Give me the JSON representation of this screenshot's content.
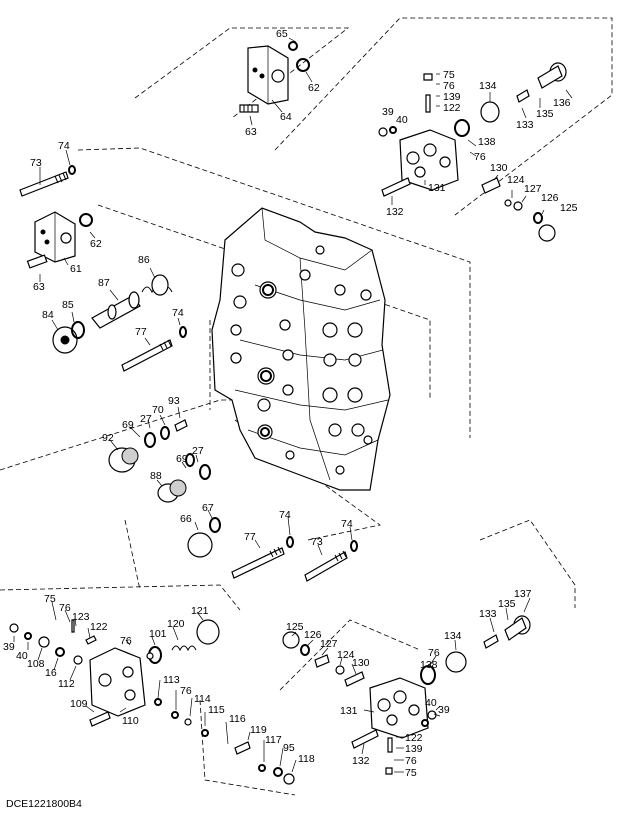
{
  "document_id": "DCE1221800B4",
  "part_labels": [
    {
      "key": "p65a",
      "text": "65"
    },
    {
      "key": "p62a",
      "text": "62"
    },
    {
      "key": "p64",
      "text": "64"
    },
    {
      "key": "p63a",
      "text": "63"
    },
    {
      "key": "p75a",
      "text": "75"
    },
    {
      "key": "p76a",
      "text": "76"
    },
    {
      "key": "p139a",
      "text": "139"
    },
    {
      "key": "p122a",
      "text": "122"
    },
    {
      "key": "p134a",
      "text": "134"
    },
    {
      "key": "p136a",
      "text": "136"
    },
    {
      "key": "p133a",
      "text": "133"
    },
    {
      "key": "p135a",
      "text": "135"
    },
    {
      "key": "p39a",
      "text": "39"
    },
    {
      "key": "p40a",
      "text": "40"
    },
    {
      "key": "p138a",
      "text": "138"
    },
    {
      "key": "p76b",
      "text": "76"
    },
    {
      "key": "p130a",
      "text": "130"
    },
    {
      "key": "p124a",
      "text": "124"
    },
    {
      "key": "p127a",
      "text": "127"
    },
    {
      "key": "p126a",
      "text": "126"
    },
    {
      "key": "p125a",
      "text": "125"
    },
    {
      "key": "p131a",
      "text": "131"
    },
    {
      "key": "p132a",
      "text": "132"
    },
    {
      "key": "p74a",
      "text": "74"
    },
    {
      "key": "p73a",
      "text": "73"
    },
    {
      "key": "p62b",
      "text": "62"
    },
    {
      "key": "p61",
      "text": "61"
    },
    {
      "key": "p63b",
      "text": "63"
    },
    {
      "key": "p86",
      "text": "86"
    },
    {
      "key": "p87",
      "text": "87"
    },
    {
      "key": "p85",
      "text": "85"
    },
    {
      "key": "p84",
      "text": "84"
    },
    {
      "key": "p74b",
      "text": "74"
    },
    {
      "key": "p77a",
      "text": "77"
    },
    {
      "key": "p93",
      "text": "93"
    },
    {
      "key": "p70",
      "text": "70"
    },
    {
      "key": "p27a",
      "text": "27"
    },
    {
      "key": "p69a",
      "text": "69"
    },
    {
      "key": "p92",
      "text": "92"
    },
    {
      "key": "p27b",
      "text": "27"
    },
    {
      "key": "p69b",
      "text": "69"
    },
    {
      "key": "p88",
      "text": "88"
    },
    {
      "key": "p67",
      "text": "67"
    },
    {
      "key": "p66",
      "text": "66"
    },
    {
      "key": "p74c",
      "text": "74"
    },
    {
      "key": "p77b",
      "text": "77"
    },
    {
      "key": "p74d",
      "text": "74"
    },
    {
      "key": "p73b",
      "text": "73"
    },
    {
      "key": "p137",
      "text": "137"
    },
    {
      "key": "p133b",
      "text": "133"
    },
    {
      "key": "p135b",
      "text": "135"
    },
    {
      "key": "p134b",
      "text": "134"
    },
    {
      "key": "p76c",
      "text": "76"
    },
    {
      "key": "p138b",
      "text": "138"
    },
    {
      "key": "p125b",
      "text": "125"
    },
    {
      "key": "p126b",
      "text": "126"
    },
    {
      "key": "p127b",
      "text": "127"
    },
    {
      "key": "p124b",
      "text": "124"
    },
    {
      "key": "p130b",
      "text": "130"
    },
    {
      "key": "p131b",
      "text": "131"
    },
    {
      "key": "p40b",
      "text": "40"
    },
    {
      "key": "p39b",
      "text": "39"
    },
    {
      "key": "p132b",
      "text": "132"
    },
    {
      "key": "p122b",
      "text": "122"
    },
    {
      "key": "p139b",
      "text": "139"
    },
    {
      "key": "p76d",
      "text": "76"
    },
    {
      "key": "p75b",
      "text": "75"
    },
    {
      "key": "p75c",
      "text": "75"
    },
    {
      "key": "p76e",
      "text": "76"
    },
    {
      "key": "p123",
      "text": "123"
    },
    {
      "key": "p122c",
      "text": "122"
    },
    {
      "key": "p39c",
      "text": "39"
    },
    {
      "key": "p40c",
      "text": "40"
    },
    {
      "key": "p108",
      "text": "108"
    },
    {
      "key": "p16",
      "text": "16"
    },
    {
      "key": "p112",
      "text": "112"
    },
    {
      "key": "p76f",
      "text": "76"
    },
    {
      "key": "p101",
      "text": "101"
    },
    {
      "key": "p120",
      "text": "120"
    },
    {
      "key": "p121",
      "text": "121"
    },
    {
      "key": "p113",
      "text": "113"
    },
    {
      "key": "p109",
      "text": "109"
    },
    {
      "key": "p110",
      "text": "110"
    },
    {
      "key": "p76g",
      "text": "76"
    },
    {
      "key": "p114",
      "text": "114"
    },
    {
      "key": "p115",
      "text": "115"
    },
    {
      "key": "p116",
      "text": "116"
    },
    {
      "key": "p119",
      "text": "119"
    },
    {
      "key": "p117",
      "text": "117"
    },
    {
      "key": "p95",
      "text": "95"
    },
    {
      "key": "p118",
      "text": "118"
    }
  ]
}
